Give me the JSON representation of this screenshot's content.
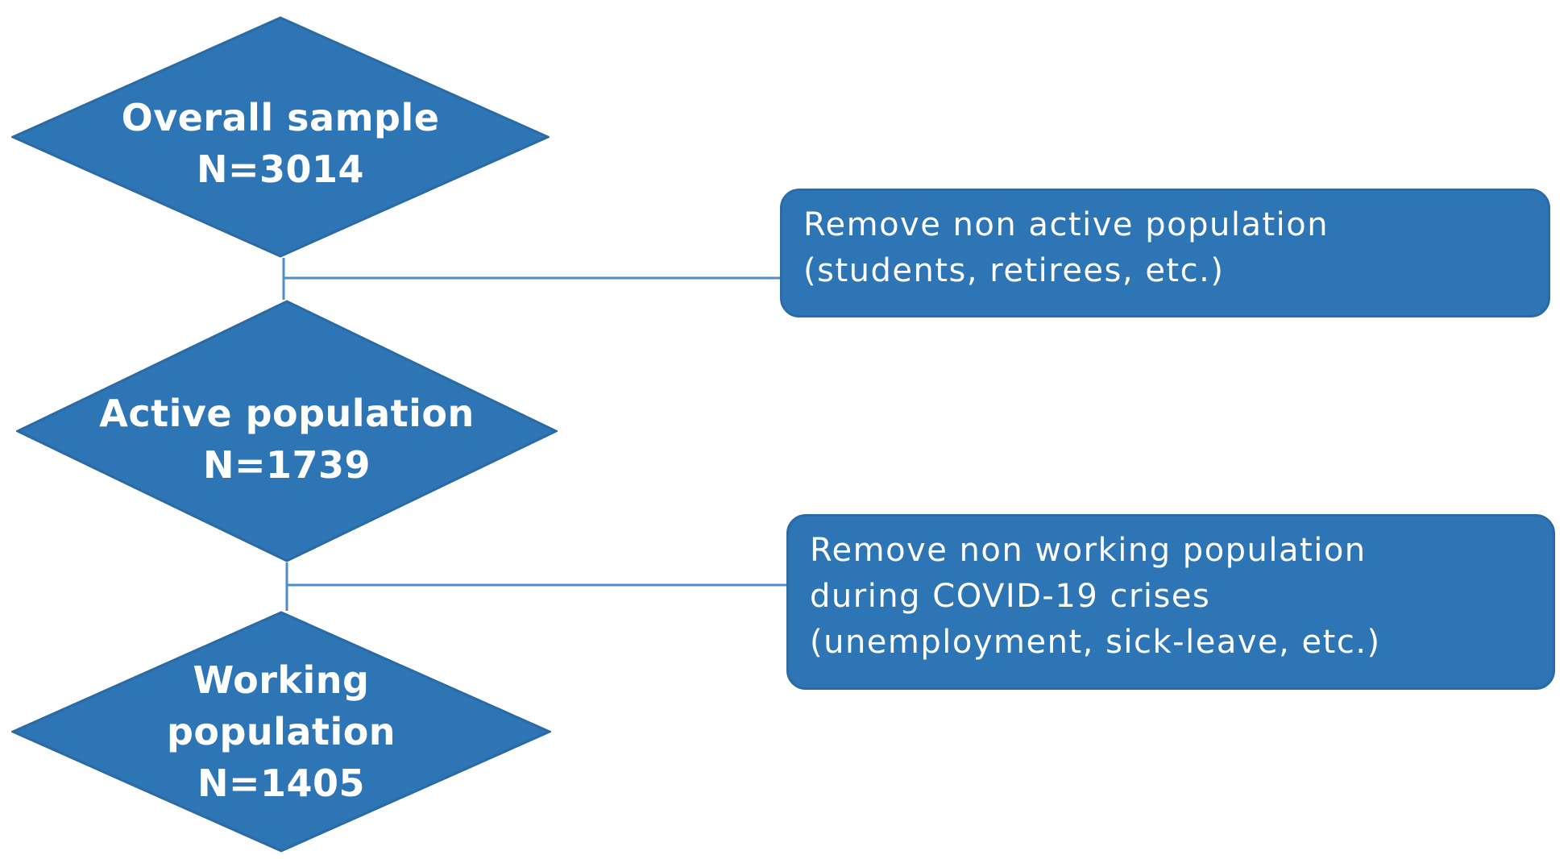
{
  "colors": {
    "shape_fill": "#2e75b6",
    "shape_stroke": "#2a6aa5",
    "connector": "#4f8cc9",
    "text": "#ffffff"
  },
  "diamonds": [
    {
      "lines": [
        "Overall sample",
        "N=3014"
      ]
    },
    {
      "lines": [
        "Active population",
        "N=1739"
      ]
    },
    {
      "lines": [
        "Working",
        "population",
        "N=1405"
      ]
    }
  ],
  "exclusions": [
    {
      "lines": [
        "Remove non active population",
        "(students, retirees, etc.)"
      ]
    },
    {
      "lines": [
        "Remove non working population",
        "during COVID-19 crises",
        "(unemployment, sick-leave, etc.)"
      ]
    }
  ]
}
